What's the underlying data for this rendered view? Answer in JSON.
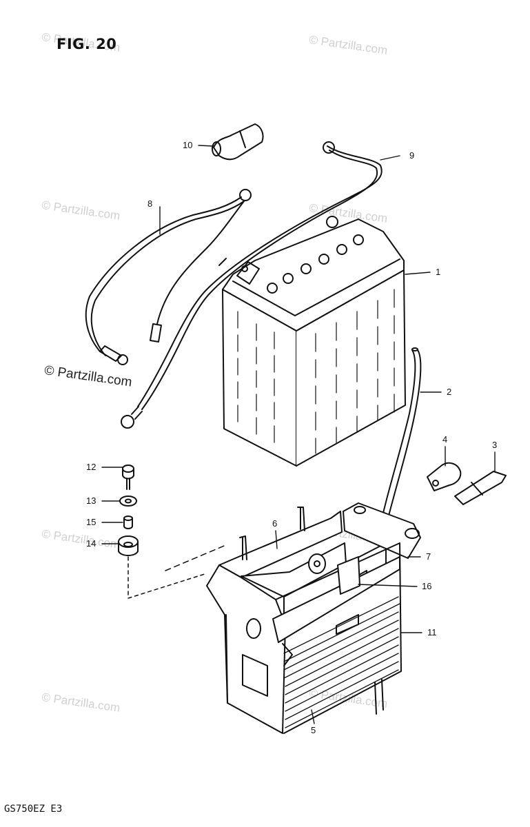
{
  "figure_title": "FIG. 20",
  "model_code": "GS750EZ E3",
  "watermark": "© Partzilla.com",
  "callouts": [
    {
      "id": "1",
      "label": "1"
    },
    {
      "id": "2",
      "label": "2"
    },
    {
      "id": "3",
      "label": "3"
    },
    {
      "id": "4",
      "label": "4"
    },
    {
      "id": "5",
      "label": "5"
    },
    {
      "id": "6",
      "label": "6"
    },
    {
      "id": "7",
      "label": "7"
    },
    {
      "id": "8",
      "label": "8"
    },
    {
      "id": "9",
      "label": "9"
    },
    {
      "id": "10",
      "label": "10"
    },
    {
      "id": "11",
      "label": "11"
    },
    {
      "id": "12",
      "label": "12"
    },
    {
      "id": "13",
      "label": "13"
    },
    {
      "id": "14",
      "label": "14"
    },
    {
      "id": "15",
      "label": "15"
    },
    {
      "id": "16",
      "label": "16"
    }
  ]
}
